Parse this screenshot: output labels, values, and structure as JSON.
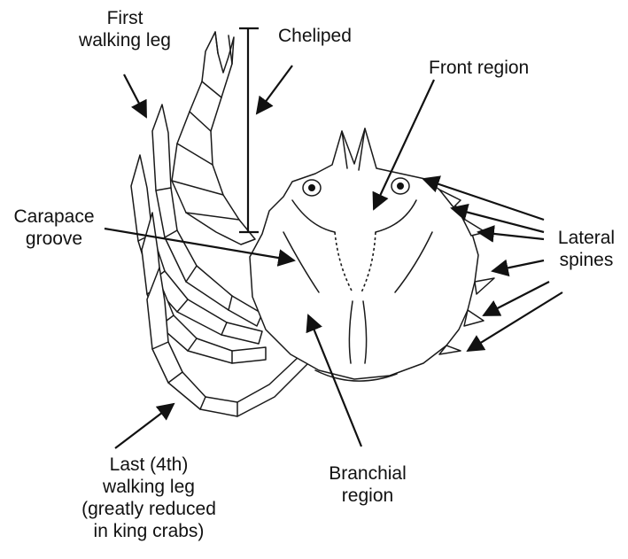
{
  "diagram": {
    "labels": {
      "first_walking_leg": [
        "First",
        "walking leg"
      ],
      "cheliped": "Cheliped",
      "front_region": "Front region",
      "carapace_groove": [
        "Carapace",
        "groove"
      ],
      "lateral_spines": [
        "Lateral",
        "spines"
      ],
      "last_walking_leg": [
        "Last (4th)",
        "walking leg",
        "(greatly reduced",
        "in king crabs)"
      ],
      "branchial_region": [
        "Branchial",
        "region"
      ]
    },
    "colors": {
      "ink": "#1a1a1a",
      "background": "#ffffff"
    }
  }
}
